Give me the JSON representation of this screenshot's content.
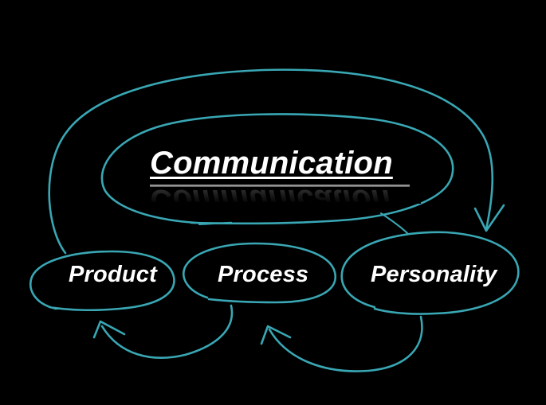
{
  "diagram": {
    "title": "Communication",
    "nodes": [
      {
        "id": "product",
        "label": "Product"
      },
      {
        "id": "process",
        "label": "Process"
      },
      {
        "id": "personality",
        "label": "Personality"
      }
    ]
  },
  "colors": {
    "background": "#000000",
    "stroke": "#39a7b4",
    "text": "#ffffff"
  }
}
